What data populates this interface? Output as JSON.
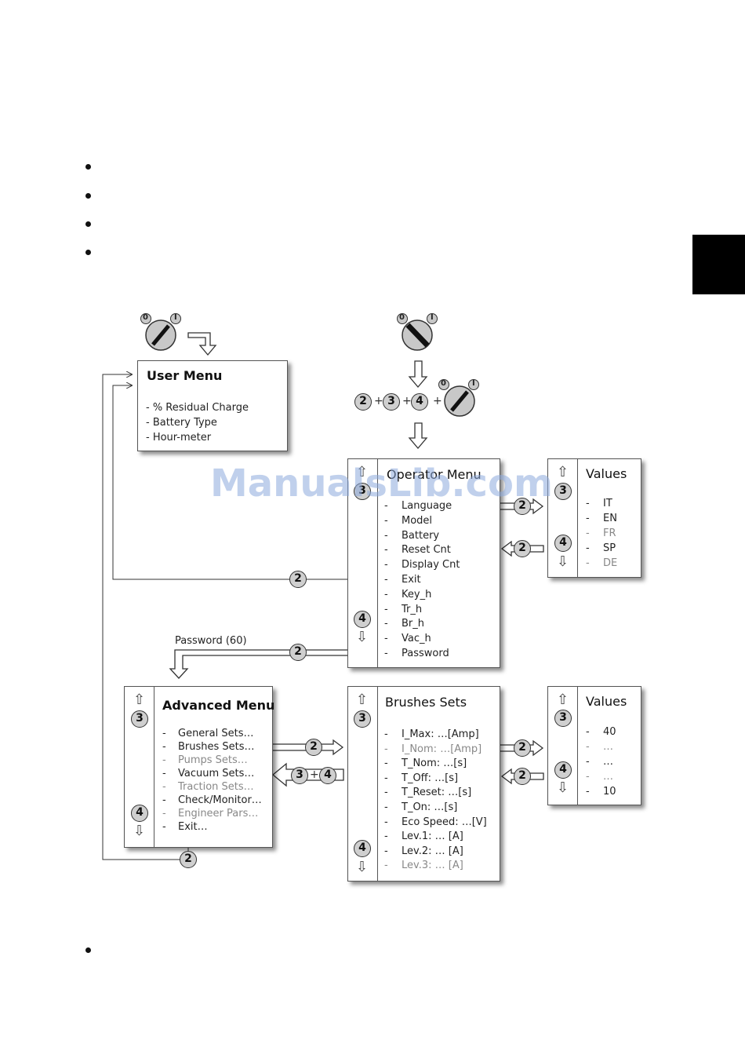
{
  "user_menu": {
    "title": "User Menu",
    "items": [
      "- % Residual Charge",
      "- Battery Type",
      "- Hour-meter"
    ]
  },
  "key_combo": [
    "2",
    "3",
    "4"
  ],
  "key_switch": {
    "off_label": "0",
    "on_label": "I"
  },
  "operator_menu": {
    "title": "Operator Menu",
    "items": [
      "Language",
      "Model",
      "Battery",
      "Reset Cnt",
      "Display Cnt",
      "Exit",
      "Key_h",
      "Tr_h",
      "Br_h",
      "Vac_h",
      "Password"
    ],
    "up_key": "3",
    "down_key": "4"
  },
  "values_1": {
    "title": "Values",
    "items": [
      "IT",
      "EN",
      "FR",
      "SP",
      "DE"
    ],
    "up_key": "3",
    "down_key": "4"
  },
  "password_label": "Password (60)",
  "advanced_menu": {
    "title": "Advanced Menu",
    "items": [
      "General Sets…",
      "Brushes Sets…",
      "Pumps Sets…",
      "Vacuum Sets…",
      "Traction Sets…",
      "Check/Monitor…",
      "Engineer Pars…",
      "Exit…"
    ],
    "up_key": "3",
    "down_key": "4"
  },
  "brushes_sets": {
    "title": "Brushes Sets",
    "items": [
      "I_Max: …[Amp]",
      "I_Nom: …[Amp]",
      "T_Nom: …[s]",
      "T_Off: …[s]",
      "T_Reset: …[s]",
      "T_On: …[s]",
      "Eco Speed: …[V]",
      "Lev.1: … [A]",
      "Lev.2: … [A]",
      "Lev.3: … [A]"
    ],
    "up_key": "3",
    "down_key": "4"
  },
  "values_2": {
    "title": "Values",
    "items": [
      "40",
      "…",
      "…",
      "…",
      "10"
    ],
    "up_key": "3",
    "down_key": "4"
  },
  "arrow_badges": {
    "enter": "2",
    "back": "2",
    "exit": "2",
    "password": "2",
    "advanced_exit": "2",
    "back_combo": [
      "3",
      "4"
    ]
  },
  "arrows": {
    "up": "⇧",
    "down": "⇩",
    "plus": "+"
  },
  "watermark": "ManualsLib.com"
}
